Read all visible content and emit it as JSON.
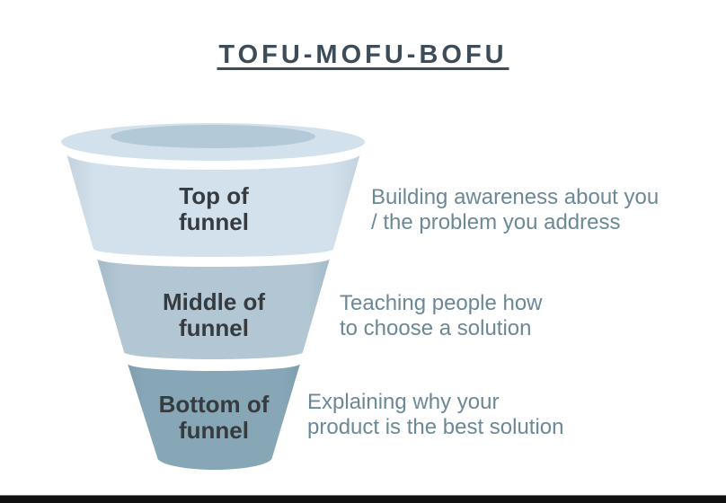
{
  "title": {
    "text": "TOFU-MOFU-BOFU"
  },
  "theme": {
    "background": "#ffffff",
    "title_color": "#3d4c59",
    "label_color": "#363b40",
    "description_color": "#6b8896",
    "bottom_bar_color": "#101010"
  },
  "funnel": {
    "rim_color": "#d3e1ec",
    "opening_color": "#b4c9d7",
    "sections": [
      {
        "id": "tofu",
        "label": "Top of\nfunnel",
        "description": "Building awareness about you\n/ the problem you address",
        "color": "#d3e1ec"
      },
      {
        "id": "mofu",
        "label": "Middle of\nfunnel",
        "description": "Teaching people how\nto choose a solution",
        "color": "#b2c7d3"
      },
      {
        "id": "bofu",
        "label": "Bottom of\nfunnel",
        "description": "Explaining why your\nproduct is the best solution",
        "color": "#87a7b6"
      }
    ]
  }
}
